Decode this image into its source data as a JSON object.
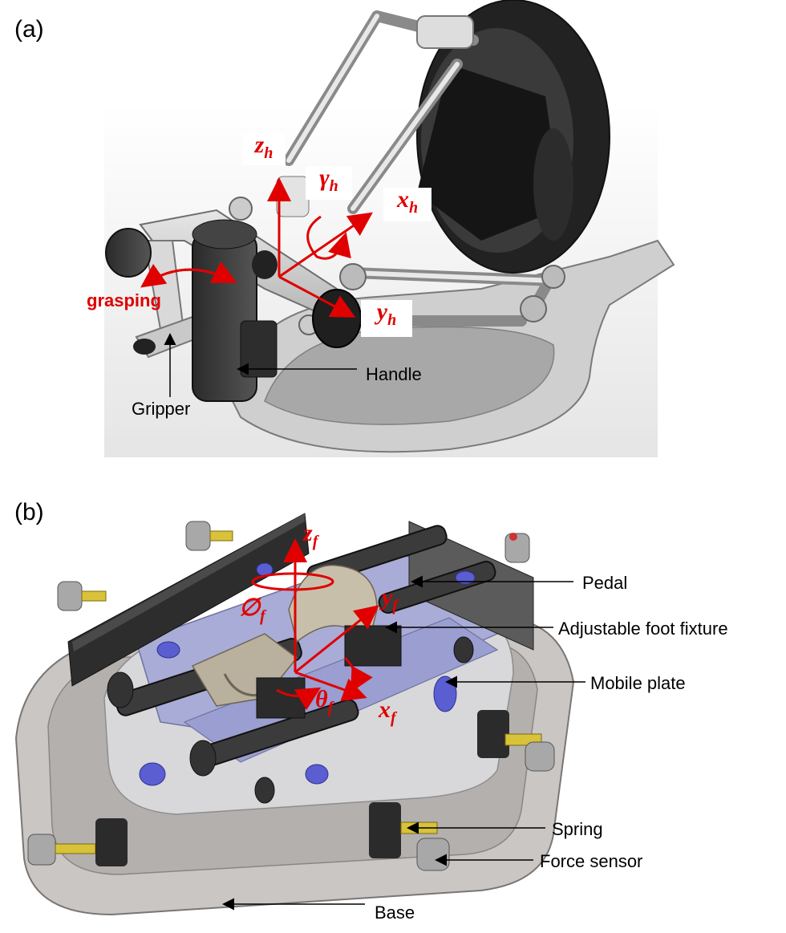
{
  "panel_a": {
    "letter": "(a)",
    "axes": {
      "z": {
        "base": "z",
        "sub": "h"
      },
      "gamma": {
        "base": "γ",
        "sub": "h"
      },
      "x": {
        "base": "x",
        "sub": "h"
      },
      "y": {
        "base": "y",
        "sub": "h"
      }
    },
    "motion_label": "grasping",
    "callouts": {
      "handle": "Handle",
      "gripper": "Gripper"
    }
  },
  "panel_b": {
    "letter": "(b)",
    "axes": {
      "z": {
        "base": "z",
        "sub": "f"
      },
      "phi": {
        "base": "∅",
        "sub": "f"
      },
      "y": {
        "base": "y",
        "sub": "f"
      },
      "theta": {
        "base": "θ",
        "sub": "f"
      },
      "x": {
        "base": "x",
        "sub": "f"
      }
    },
    "callouts": {
      "pedal": "Pedal",
      "foot_fixture": "Adjustable foot fixture",
      "mobile_plate": "Mobile plate",
      "spring": "Spring",
      "force_sensor": "Force sensor",
      "base": "Base"
    }
  },
  "colors": {
    "axis_red": "#e00000",
    "label_black": "#000000",
    "plate_blue": "#a9acd6"
  }
}
